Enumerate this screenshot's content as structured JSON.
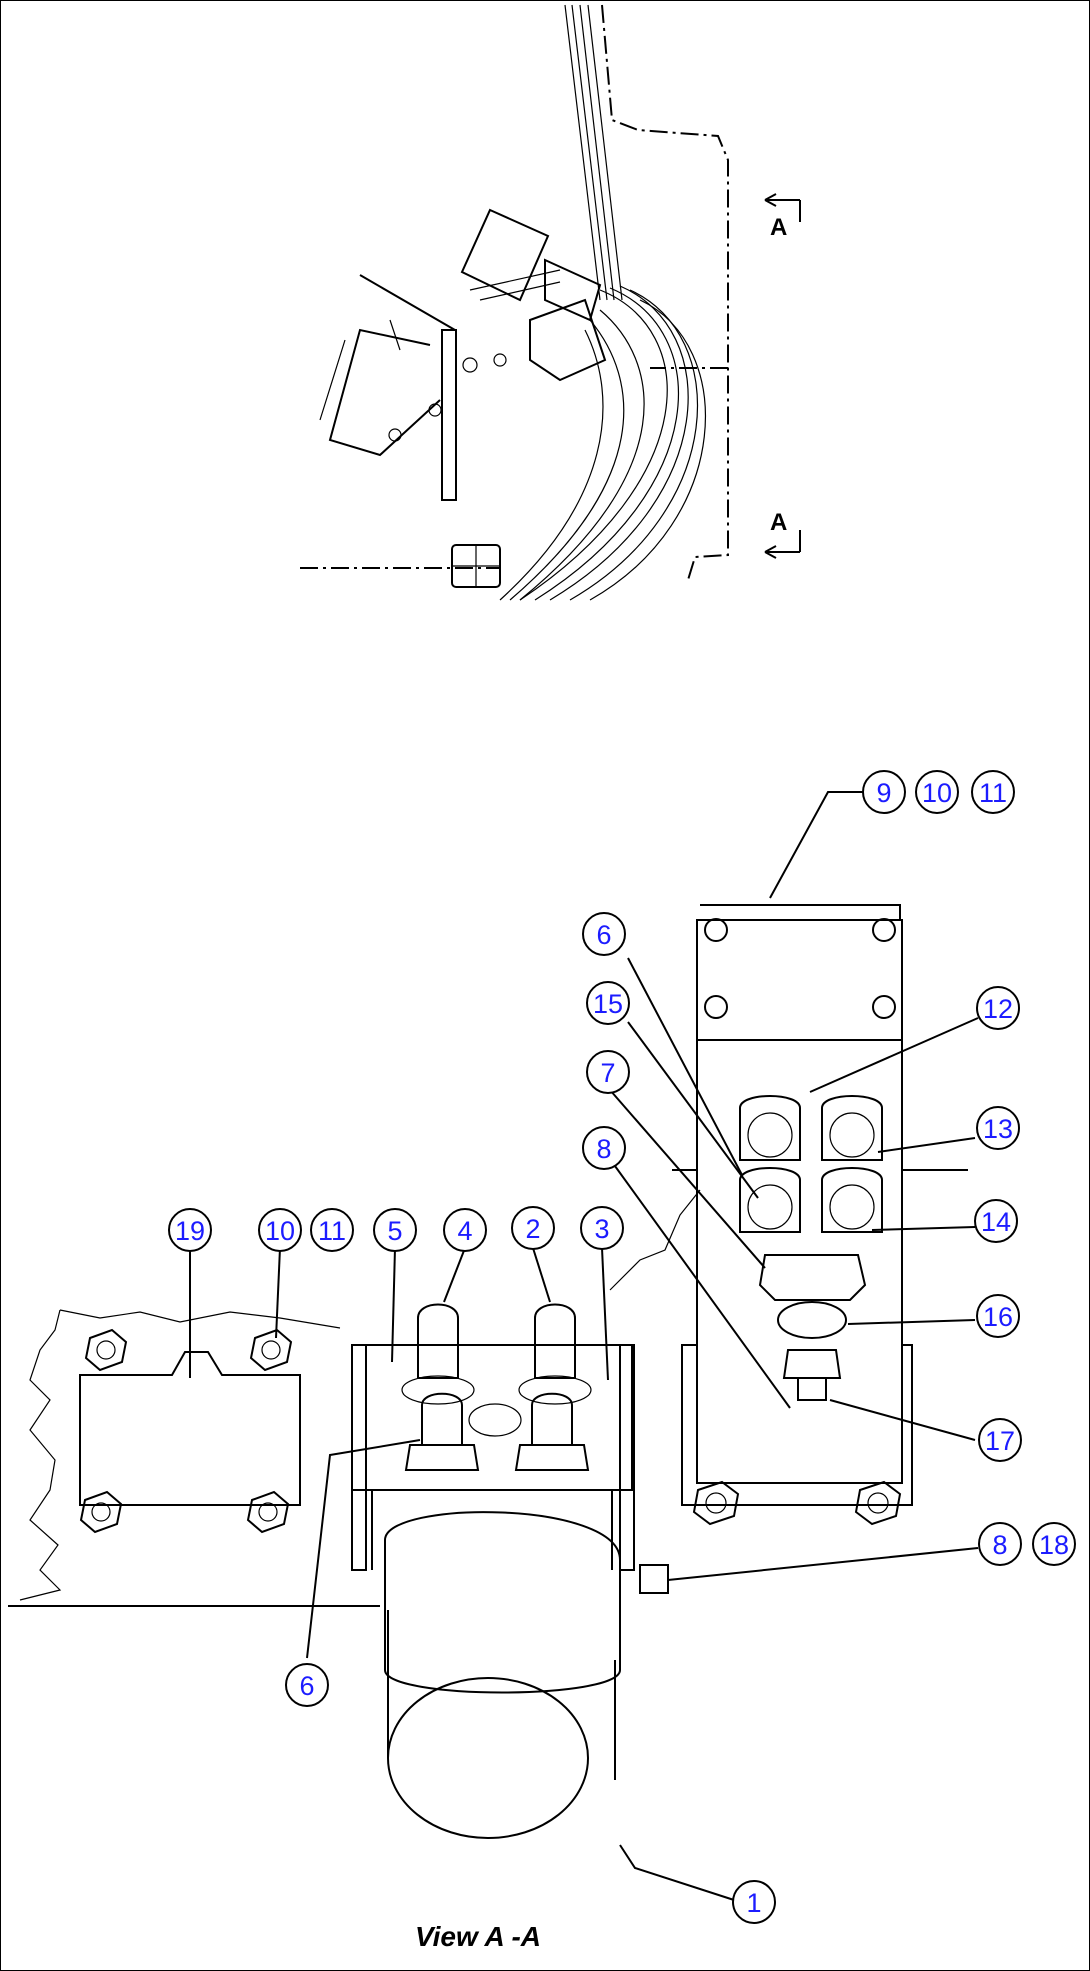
{
  "caption": "View A -A",
  "section_marks": [
    "A",
    "A"
  ],
  "balloon_color": "#1c1cff",
  "balloons": [
    "9",
    "10",
    "11",
    "6",
    "15",
    "12",
    "7",
    "13",
    "8",
    "14",
    "16",
    "17",
    "8",
    "18",
    "19",
    "10",
    "11",
    "5",
    "4",
    "2",
    "3",
    "6",
    "1"
  ]
}
